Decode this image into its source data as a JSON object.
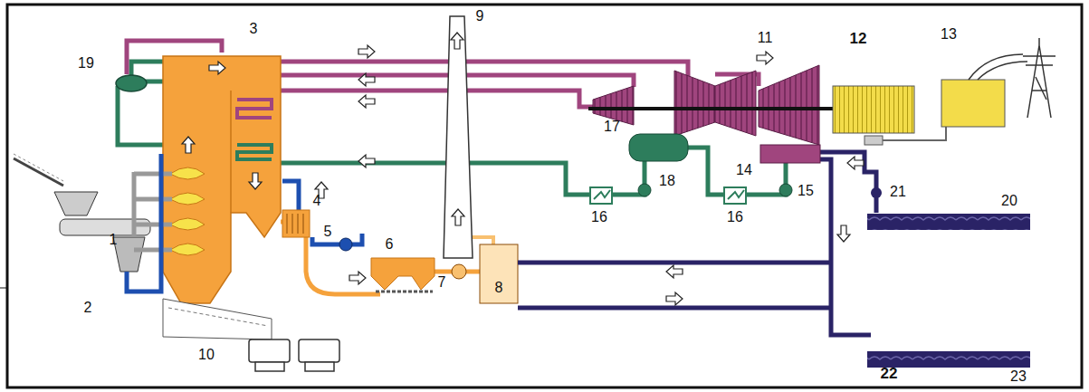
{
  "diagram": {
    "labels": [
      "1",
      "2",
      "3",
      "4",
      "5",
      "6",
      "7",
      "8",
      "9",
      "10",
      "11",
      "12",
      "13",
      "14",
      "15",
      "16",
      "16",
      "17",
      "18",
      "19",
      "20",
      "21",
      "22",
      "23"
    ]
  }
}
